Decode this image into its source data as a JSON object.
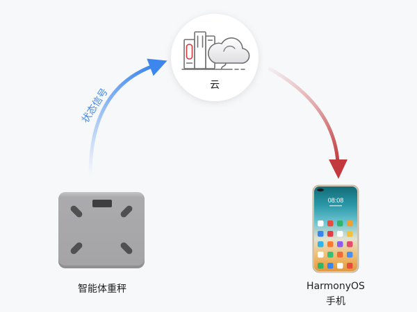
{
  "nodes": {
    "cloud": {
      "label": "云",
      "icon": "cloud-server-icon"
    },
    "scale": {
      "label": "智能体重秤",
      "icon": "smart-scale-icon"
    },
    "phone": {
      "label_line1": "HarmonyOS",
      "label_line2": "手机",
      "icon": "phone-icon",
      "screen_clock": "08:08"
    }
  },
  "edges": {
    "scale_to_cloud": {
      "label": "状态信号",
      "color": "#3d86ee"
    },
    "cloud_to_phone": {
      "color": "#c23a3d"
    }
  },
  "colors": {
    "background": "#f7f8fa",
    "text": "#1f1f1f",
    "scale_pad": "#505052",
    "icon_stroke": "#6f6f72",
    "icon_accent": "#d23a3a"
  }
}
